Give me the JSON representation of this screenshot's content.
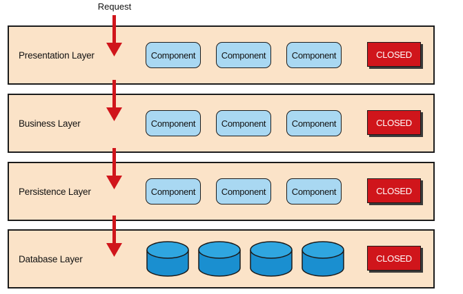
{
  "request_label": "Request",
  "layers": [
    {
      "label": "Presentation Layer",
      "components": [
        "Component",
        "Component",
        "Component"
      ],
      "status": "CLOSED"
    },
    {
      "label": "Business Layer",
      "components": [
        "Component",
        "Component",
        "Component"
      ],
      "status": "CLOSED"
    },
    {
      "label": "Persistence Layer",
      "components": [
        "Component",
        "Component",
        "Component"
      ],
      "status": "CLOSED"
    },
    {
      "label": "Database Layer",
      "databases": 4,
      "status": "CLOSED"
    }
  ],
  "colors": {
    "layer_fill": "#fbe3c8",
    "component_fill": "#a9d8f2",
    "closed_fill": "#d0151b",
    "arrow": "#d0151b",
    "database_fill": "#1a8fd0"
  }
}
